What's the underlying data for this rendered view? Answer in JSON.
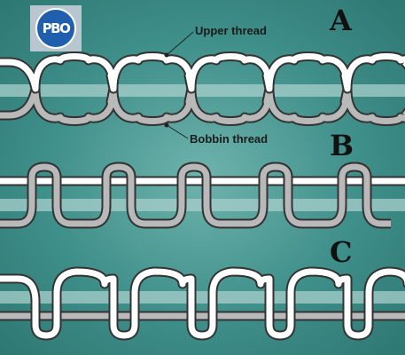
{
  "logo": {
    "text": "PBO"
  },
  "panels": [
    {
      "label": "A"
    },
    {
      "label": "B"
    },
    {
      "label": "C"
    }
  ],
  "callouts": {
    "upper_thread": "Upper thread",
    "bobbin_thread": "Bobbin thread"
  },
  "colors": {
    "background": "#4a9994",
    "upper_thread": "#ffffff",
    "bobbin_thread": "#b9b9b9",
    "outline": "#333333",
    "fabric_band": "#a8cfcb",
    "logo_blue": "#1f5fae"
  },
  "icons": {
    "logo": "pbo-logo-icon"
  }
}
